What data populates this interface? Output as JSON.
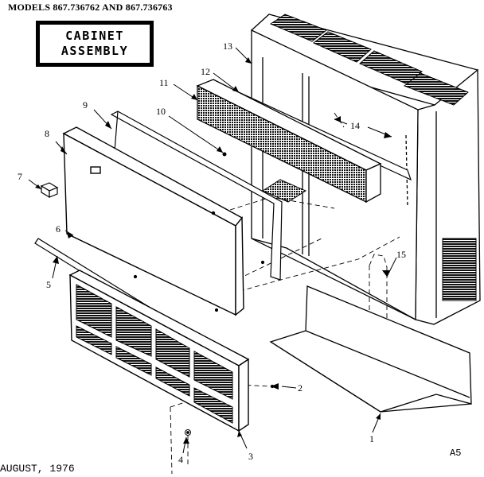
{
  "header": {
    "models": "MODELS 867.736762 AND 867.736763"
  },
  "title": {
    "line1": "CABINET",
    "line2": "ASSEMBLY"
  },
  "callouts": [
    {
      "id": "1",
      "label": "1"
    },
    {
      "id": "2",
      "label": "2"
    },
    {
      "id": "3",
      "label": "3"
    },
    {
      "id": "4",
      "label": "4"
    },
    {
      "id": "5",
      "label": "5"
    },
    {
      "id": "6",
      "label": "6"
    },
    {
      "id": "7",
      "label": "7"
    },
    {
      "id": "8",
      "label": "8"
    },
    {
      "id": "9",
      "label": "9"
    },
    {
      "id": "10",
      "label": "10"
    },
    {
      "id": "11",
      "label": "11"
    },
    {
      "id": "12",
      "label": "12"
    },
    {
      "id": "13",
      "label": "13"
    },
    {
      "id": "14",
      "label": "14"
    },
    {
      "id": "15",
      "label": "15"
    }
  ],
  "footer": {
    "date": "AUGUST, 1976",
    "page_code": "A5"
  }
}
